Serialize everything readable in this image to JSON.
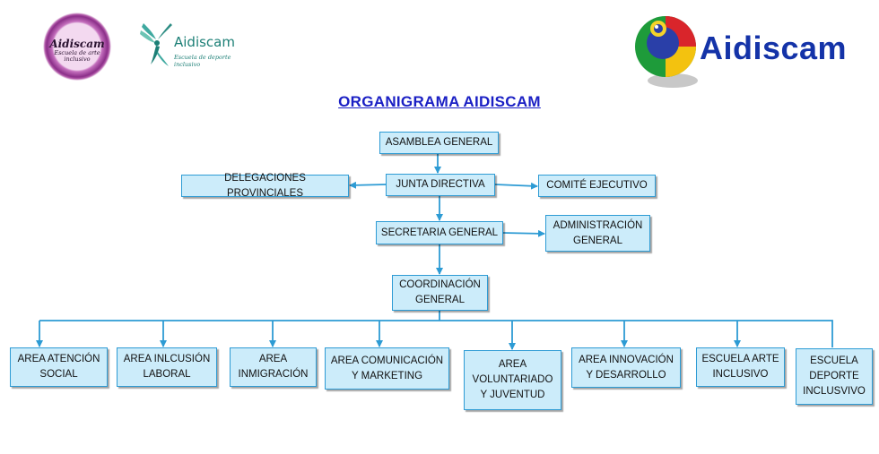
{
  "logos": {
    "left": {
      "name": "Aidiscam",
      "subtitle": "Escuela de arte inclusivo"
    },
    "middle": {
      "name": "Aidiscam",
      "subtitle": "Escuela de deporte inclusivo"
    },
    "right": {
      "name": "Aidiscam"
    }
  },
  "title": "ORGANIGRAMA AIDISCAM",
  "colors": {
    "box_fill": "#ccecfa",
    "box_border": "#2d9bd4",
    "connector": "#2d9bd4",
    "title": "#1a1fc4"
  },
  "nodes": {
    "asamblea": [
      "ASAMBLEA GENERAL"
    ],
    "junta": [
      "JUNTA DIRECTIVA"
    ],
    "delegaciones": [
      "DELEGACIONES PROVINCIALES"
    ],
    "comite": [
      "COMITÉ EJECUTIVO"
    ],
    "secretaria": [
      "SECRETARIA GENERAL"
    ],
    "administracion": [
      "ADMINISTRACIÓN",
      "GENERAL"
    ],
    "coordinacion": [
      "COORDINACIÓN",
      "GENERAL"
    ],
    "area_social": [
      "AREA ATENCIÓN",
      "SOCIAL"
    ],
    "area_laboral": [
      "AREA INLCUSIÓN",
      "LABORAL"
    ],
    "area_inmigracion": [
      "AREA",
      "INMIGRACIÓN"
    ],
    "area_comunicacion": [
      "AREA COMUNICACIÓN",
      "Y MARKETING"
    ],
    "area_voluntariado": [
      "AREA",
      "VOLUNTARIADO",
      "Y JUVENTUD"
    ],
    "area_innovacion": [
      "AREA INNOVACIÓN",
      "Y DESARROLLO"
    ],
    "escuela_arte": [
      "ESCUELA ARTE",
      "INCLUSIVO"
    ],
    "escuela_deporte": [
      "ESCUELA",
      "DEPORTE",
      "INCLUSVIVO"
    ]
  }
}
